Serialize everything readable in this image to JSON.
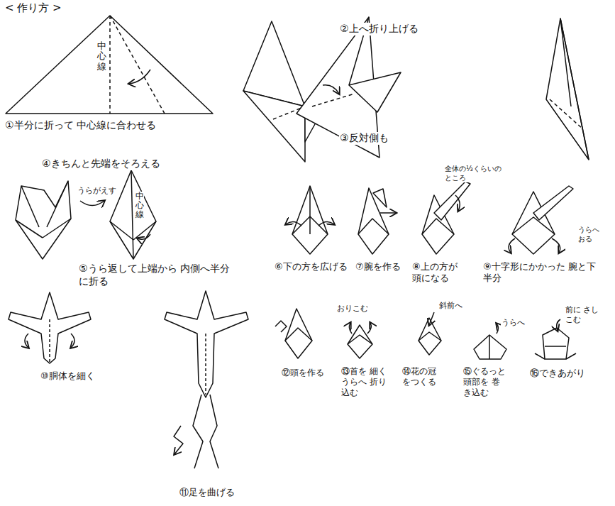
{
  "diagram": {
    "title": "< 作り方 >",
    "labels": [
      "中心線",
      "①半分に折って 中心線に合わせる",
      "②上へ折り上げる",
      "③反対側も",
      "④きちんと先端をそろえる",
      "うらがえす",
      "中心線",
      "⑤うら返して上端から 内側へ半分に折る",
      "全体の⅓くらいの ところ",
      "⑥下の方を広げる",
      "⑦腕を作る",
      "⑧上の方が 頭になる",
      "⑨十字形にかかった 腕と下半分",
      "うらへ おる",
      "⑩胴体を細く",
      "⑪足を曲げる",
      "⑫頭を作る",
      "おりこむ",
      "⑬首を 細くうらへ 折り込む",
      "斜前へ",
      "⑭花の冠 をつくる",
      "うらへ",
      "⑮ぐるっと 頭部を 巻き込む",
      "前に さしこむ",
      "⑯できあがり"
    ]
  }
}
